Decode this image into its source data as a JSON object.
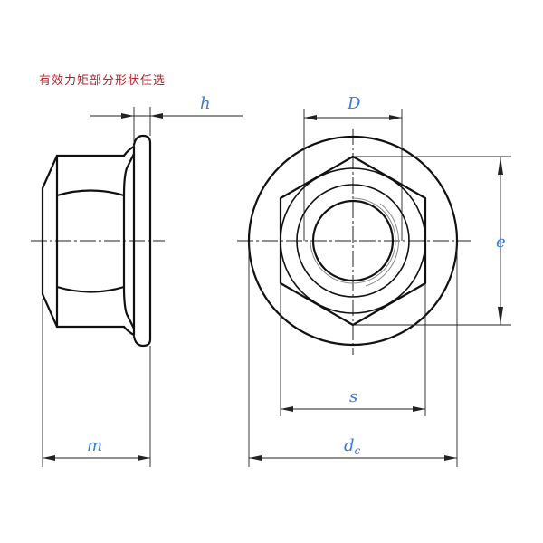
{
  "title_note": "有效力矩部分形状任选",
  "dimensions": {
    "h": "h",
    "D": "D",
    "e": "e",
    "s": "s",
    "m": "m",
    "dc_main": "d",
    "dc_sub": "c"
  },
  "colors": {
    "note": "#b0222a",
    "dimension_text": "#3a7bd5",
    "line": "#111111"
  }
}
